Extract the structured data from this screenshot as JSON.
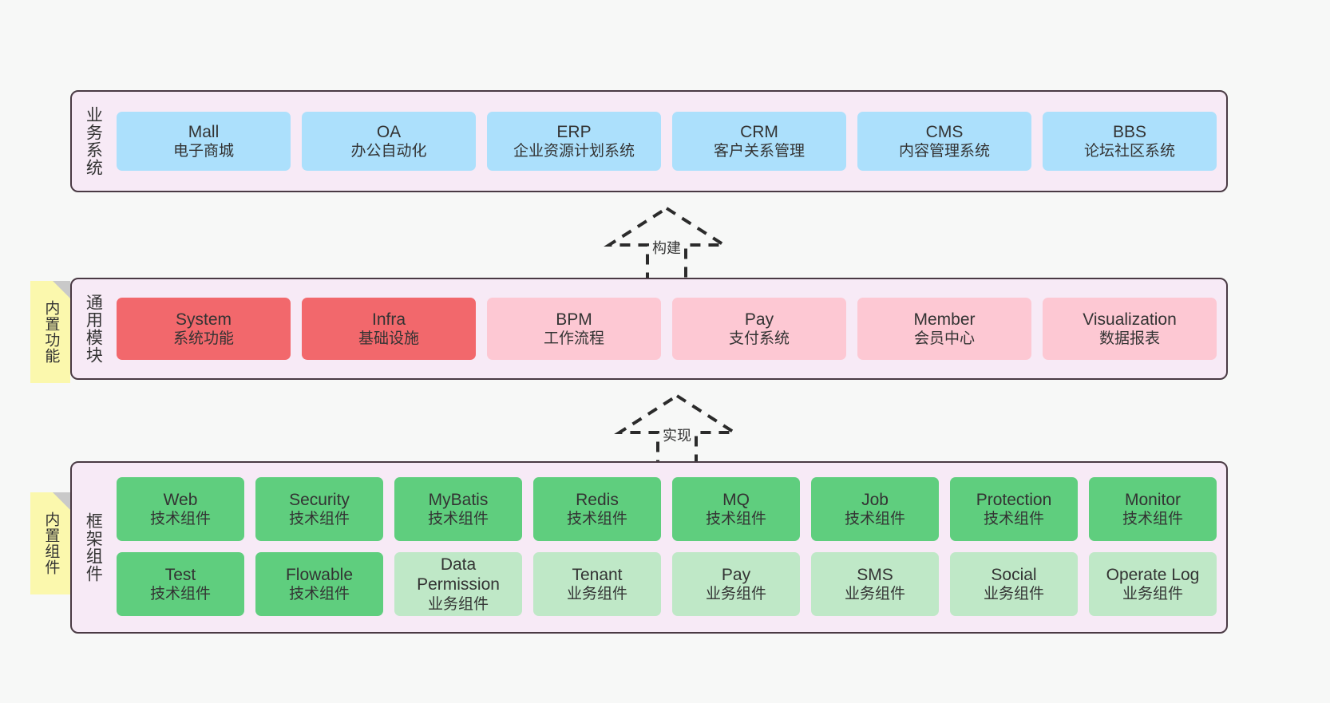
{
  "page": {
    "background": "#f7f8f7",
    "container_bg": "#f7eaf6",
    "container_border": "#4a3a44"
  },
  "layers": [
    {
      "id": "business-system",
      "title": "业务系统",
      "color": "#ace0fc",
      "rows": [
        {
          "nodes": [
            {
              "en": "Mall",
              "cn": "电子商城",
              "style": "blue"
            },
            {
              "en": "OA",
              "cn": "办公自动化",
              "style": "blue"
            },
            {
              "en": "ERP",
              "cn": "企业资源计划系统",
              "style": "blue"
            },
            {
              "en": "CRM",
              "cn": "客户关系管理",
              "style": "blue"
            },
            {
              "en": "CMS",
              "cn": "内容管理系统",
              "style": "blue"
            },
            {
              "en": "BBS",
              "cn": "论坛社区系统",
              "style": "blue"
            }
          ]
        }
      ]
    },
    {
      "id": "common-module",
      "title": "通用模块",
      "note": "内置功能",
      "rows": [
        {
          "nodes": [
            {
              "en": "System",
              "cn": "系统功能",
              "style": "red"
            },
            {
              "en": "Infra",
              "cn": "基础设施",
              "style": "red"
            },
            {
              "en": "BPM",
              "cn": "工作流程",
              "style": "pink"
            },
            {
              "en": "Pay",
              "cn": "支付系统",
              "style": "pink"
            },
            {
              "en": "Member",
              "cn": "会员中心",
              "style": "pink"
            },
            {
              "en": "Visualization",
              "cn": "数据报表",
              "style": "pink"
            }
          ]
        }
      ]
    },
    {
      "id": "framework-component",
      "title": "框架组件",
      "note": "内置组件",
      "rows": [
        {
          "nodes": [
            {
              "en": "Web",
              "cn": "技术组件",
              "style": "green"
            },
            {
              "en": "Security",
              "cn": "技术组件",
              "style": "green"
            },
            {
              "en": "MyBatis",
              "cn": "技术组件",
              "style": "green"
            },
            {
              "en": "Redis",
              "cn": "技术组件",
              "style": "green"
            },
            {
              "en": "MQ",
              "cn": "技术组件",
              "style": "green"
            },
            {
              "en": "Job",
              "cn": "技术组件",
              "style": "green"
            },
            {
              "en": "Protection",
              "cn": "技术组件",
              "style": "green"
            },
            {
              "en": "Monitor",
              "cn": "技术组件",
              "style": "green"
            }
          ]
        },
        {
          "nodes": [
            {
              "en": "Test",
              "cn": "技术组件",
              "style": "green"
            },
            {
              "en": "Flowable",
              "cn": "技术组件",
              "style": "green"
            },
            {
              "en": "Data Permission",
              "cn": "业务组件",
              "style": "lgreen"
            },
            {
              "en": "Tenant",
              "cn": "业务组件",
              "style": "lgreen"
            },
            {
              "en": "Pay",
              "cn": "业务组件",
              "style": "lgreen"
            },
            {
              "en": "SMS",
              "cn": "业务组件",
              "style": "lgreen"
            },
            {
              "en": "Social",
              "cn": "业务组件",
              "style": "lgreen"
            },
            {
              "en": "Operate Log",
              "cn": "业务组件",
              "style": "lgreen"
            }
          ]
        }
      ]
    }
  ],
  "arrows": [
    {
      "id": "arrow-build",
      "label": "构建",
      "direction": "up",
      "style": "dashed-generalization"
    },
    {
      "id": "arrow-impl",
      "label": "实现",
      "direction": "up",
      "style": "dashed-generalization"
    }
  ],
  "notes": [
    {
      "id": "note-builtin-function",
      "text": "内置功能"
    },
    {
      "id": "note-builtin-component",
      "text": "内置组件"
    }
  ]
}
